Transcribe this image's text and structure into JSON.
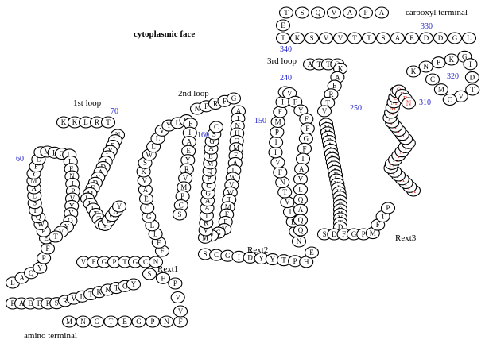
{
  "labels": {
    "face": "cytoplasmic face",
    "carboxyl": "carboxyl terminal",
    "amino": "amino terminal",
    "loop1": "1st loop",
    "loop2": "2nd loop",
    "loop3": "3rd loop",
    "rext1": "Rext1",
    "rext2": "Rext2",
    "rext3": "Rext3"
  },
  "numbers": {
    "n60": "60",
    "n70": "70",
    "n150": "150",
    "n160": "160",
    "n240": "240",
    "n250": "250",
    "n310": "310",
    "n320": "320",
    "n330": "330",
    "n340": "340"
  },
  "colors": {
    "outline": "#000000",
    "highlight": "#e8382e",
    "number": "#2222cc"
  },
  "chains": {
    "amino_tail": "MNGTEGPNF",
    "hook1": "VVPFS",
    "loop1_bottom": "PAEFPSRVLTKNTGY",
    "loop1_lower": "LAQYPF",
    "tm1": "EPWQFSLAMYFLIMLGLLFNIPVYVQYVT",
    "loop1_top": "KKLRT",
    "tm2": "NLPYLIDAVDFMLLFTTSYLGHY",
    "rext1_bottom": "VFGPTGCN",
    "tm3": "FFLLGCEAVKSWLLVYLKFIAEYRVMPCS",
    "loop2_top": "NFRFG",
    "tm4": "AINHGMFALWVWTMFFYGVMVRIAAGCPQMEAGSC",
    "rext2_bottom": "SCGIDYYTPHE",
    "tm5": "NSEIVTNFVIIPMFICVFYFFGFTAVLQAQQ",
    "loop3_top": "ATTQKAERTV",
    "tm6": "IVMLFAAYPCVAFLWIVSIGQHYTD",
    "rext3_bottom": "SDFGPMFTP",
    "red_stretch": "AFTAFFSAKTNVYVNIYFPKMMLNQFRN",
    "tail_right": "KNPKGIDTVCMC",
    "tail_top1": "TKSVVTTSAEDDGL",
    "tail_top2": "ETSQVAPA"
  }
}
